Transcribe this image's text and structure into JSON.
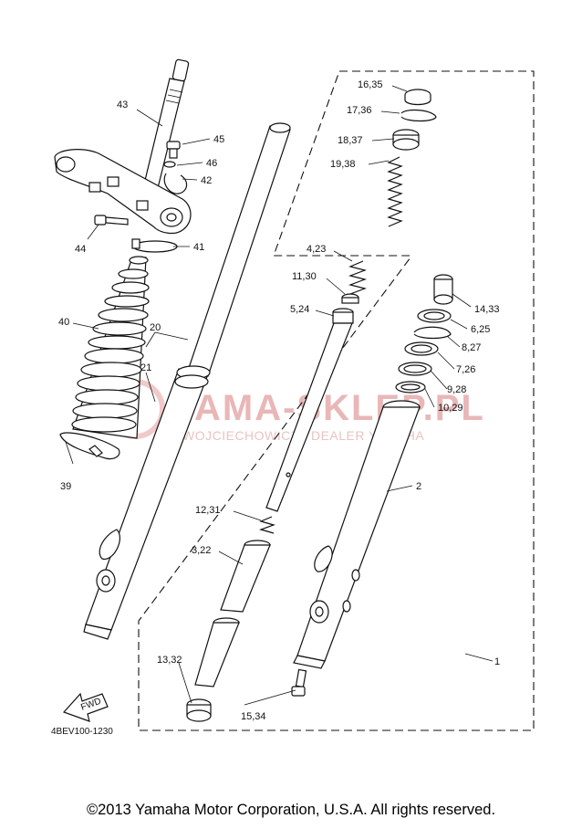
{
  "diagram_code": "4BEV100-1230",
  "fwd_label": "FWD",
  "copyright": "©2013 Yamaha Motor Corporation, U.S.A. All rights reserved.",
  "watermark": {
    "main": "YAMA-SKLEP.PL",
    "sub": "WOJCIECHOWICZ / DEALER YAMAHA"
  },
  "callouts": {
    "c1": "1",
    "c2": "2",
    "c3_22": "3,22",
    "c4_23": "4,23",
    "c5_24": "5,24",
    "c6_25": "6,25",
    "c7_26": "7,26",
    "c8_27": "8,27",
    "c9_28": "9,28",
    "c10_29": "10,29",
    "c11_30": "11,30",
    "c12_31": "12,31",
    "c13_32": "13,32",
    "c14_33": "14,33",
    "c15_34": "15,34",
    "c16_35": "16,35",
    "c17_36": "17,36",
    "c18_37": "18,37",
    "c19_38": "19,38",
    "c20": "20",
    "c21": "21",
    "c39": "39",
    "c40": "40",
    "c41": "41",
    "c42": "42",
    "c43": "43",
    "c44": "44",
    "c45": "45",
    "c46": "46"
  },
  "colors": {
    "line": "#111111",
    "watermark": "#e9b7b7",
    "background": "#ffffff"
  }
}
